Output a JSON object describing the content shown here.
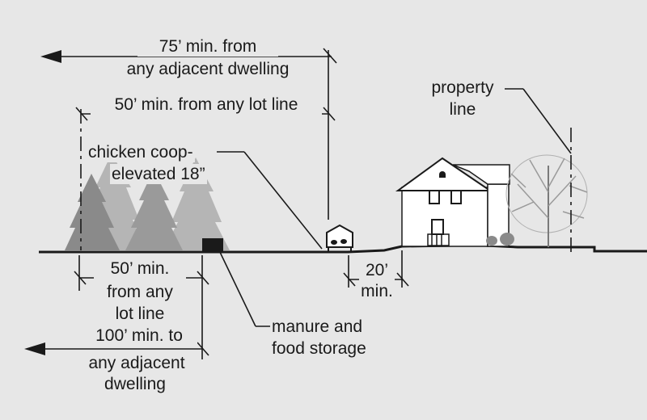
{
  "labels": {
    "adjacent_75_line1": "75’ min. from",
    "adjacent_75_line2": "any adjacent dwelling",
    "lot_50_top": "50’ min. from any lot line",
    "coop_line1": "chicken coop-",
    "coop_line2": "elevated 18”",
    "property_line1": "property",
    "property_line2": "line",
    "lot_50_bottom_line1": "50’ min.",
    "lot_50_bottom_line2": "from any",
    "lot_50_bottom_line3": "lot line",
    "adjacent_100_line1": "100’ min. to",
    "adjacent_100_line2": "any adjacent",
    "adjacent_100_line3": "dwelling",
    "setback_20_line1": "20’",
    "setback_20_line2": "min.",
    "manure_line1": "manure and",
    "manure_line2": "food storage"
  },
  "colors": {
    "background": "#e7e7e7",
    "ink": "#1a1a1a",
    "tree_light": "#b5b5b5",
    "tree_mid": "#9a9a9a",
    "tree_dark": "#8a8a8a"
  }
}
